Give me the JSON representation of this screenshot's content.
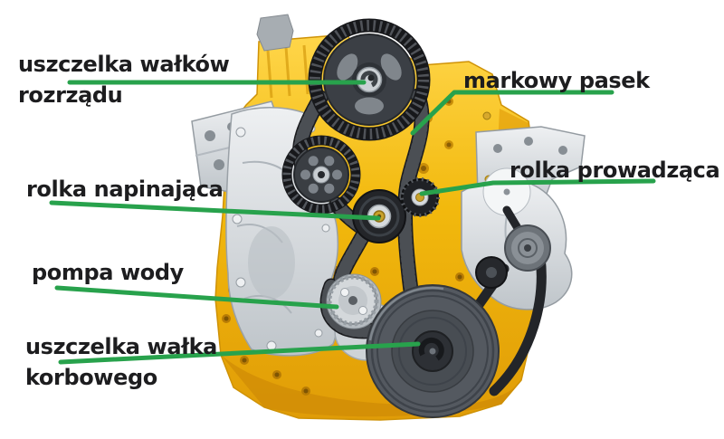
{
  "theme": {
    "accent_green": "#28a24c",
    "label_color": "#1d1d1f",
    "background": "#ffffff"
  },
  "labels": [
    {
      "id": "camshaft-seals",
      "text": "uszczelka wałków\nrozrządu"
    },
    {
      "id": "branded-belt",
      "text": "markowy pasek"
    },
    {
      "id": "guide-pulley",
      "text": "rolka prowadząca"
    },
    {
      "id": "tensioner-pulley",
      "text": "rolka napinająca"
    },
    {
      "id": "water-pump",
      "text": "pompa wody"
    },
    {
      "id": "crankshaft-seal",
      "text": "uszczelka wałka\nkorbowego"
    }
  ]
}
